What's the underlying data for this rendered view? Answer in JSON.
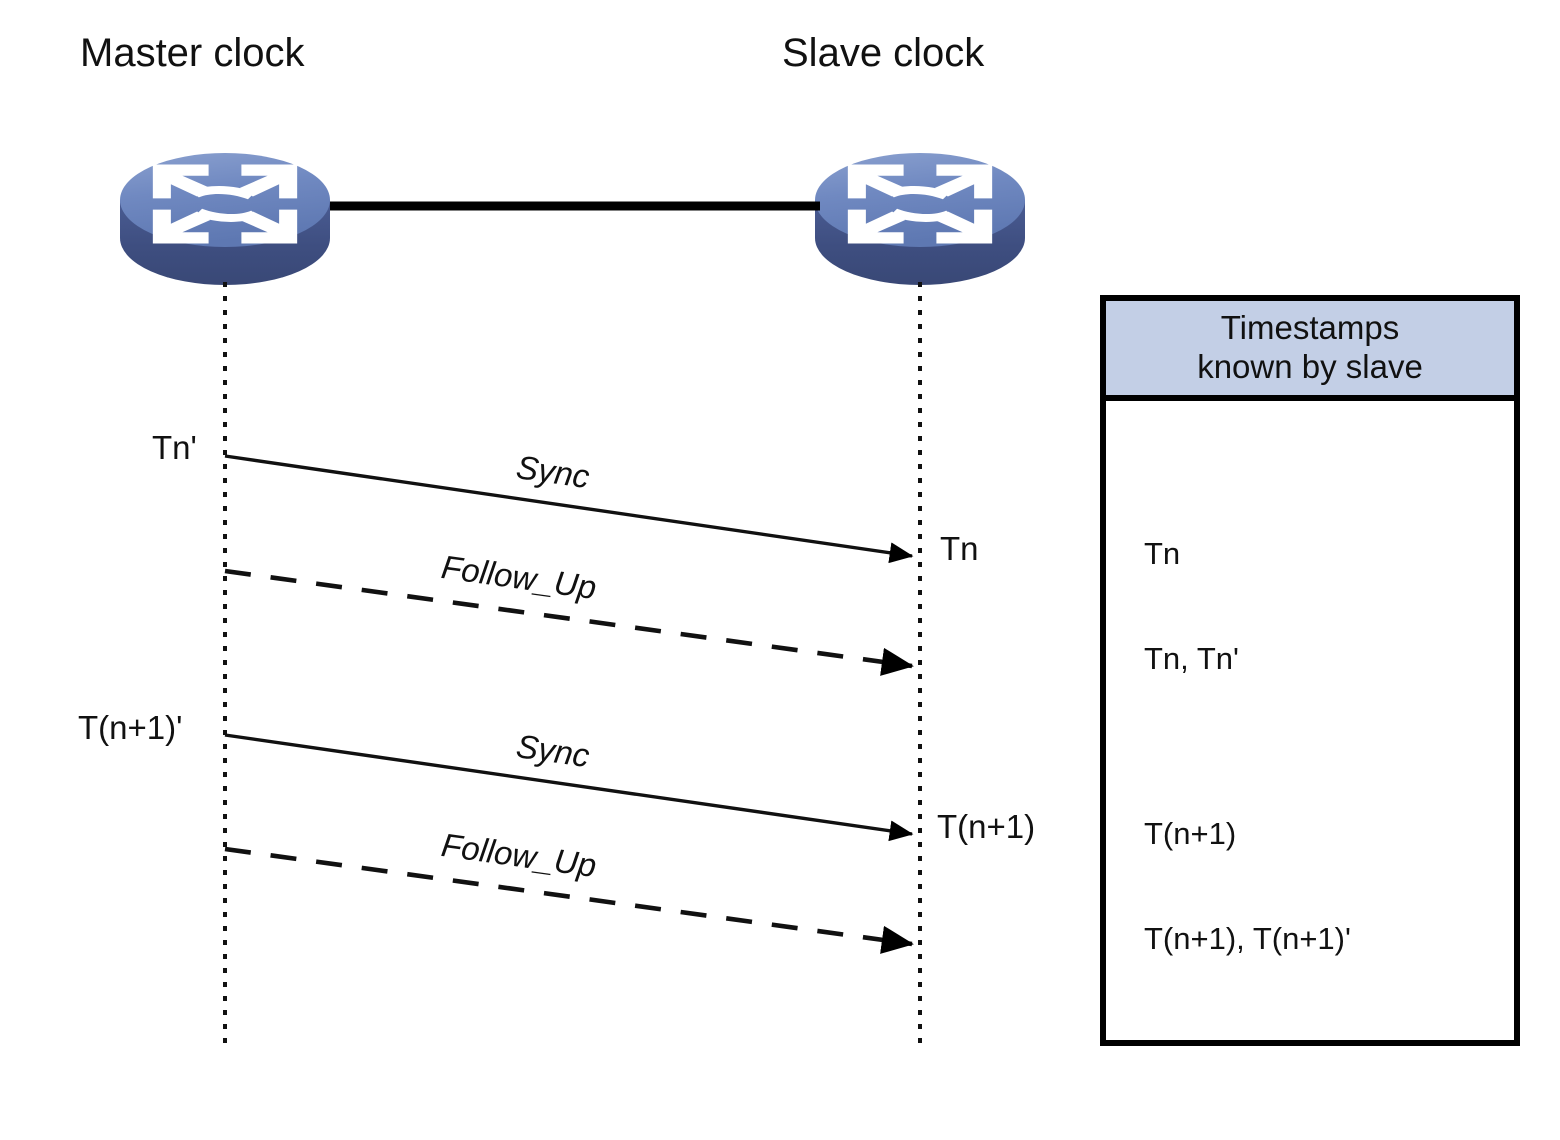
{
  "diagram": {
    "title_master": "Master clock",
    "title_slave": "Slave clock",
    "master_node_icon": "network-switch-icon",
    "slave_node_icon": "network-switch-icon",
    "link_label": ""
  },
  "lifelines": {
    "master_label": "Master clock",
    "slave_label": "Slave clock"
  },
  "timestamps": {
    "tn_prime": "Tn'",
    "tnp1_prime": "T(n+1)'",
    "tn": "Tn",
    "tnp1": "T(n+1)"
  },
  "messages": [
    {
      "label": "Sync",
      "style": "solid",
      "from": "master",
      "to": "slave"
    },
    {
      "label": "Follow_Up",
      "style": "dashed",
      "from": "master",
      "to": "slave"
    },
    {
      "label": "Sync",
      "style": "solid",
      "from": "master",
      "to": "slave"
    },
    {
      "label": "Follow_Up",
      "style": "dashed",
      "from": "master",
      "to": "slave"
    }
  ],
  "table": {
    "header_line1": "Timestamps",
    "header_line2": "known by slave",
    "rows": [
      "Tn",
      "Tn, Tn'",
      "T(n+1)",
      "T(n+1), T(n+1)'"
    ]
  },
  "colors": {
    "node_top": "#6f86bd",
    "node_body": "#3f4f82",
    "node_highlight": "#8ba0d0",
    "table_header_fill": "#c3cfe6",
    "stroke": "#000000",
    "background": "#ffffff"
  }
}
